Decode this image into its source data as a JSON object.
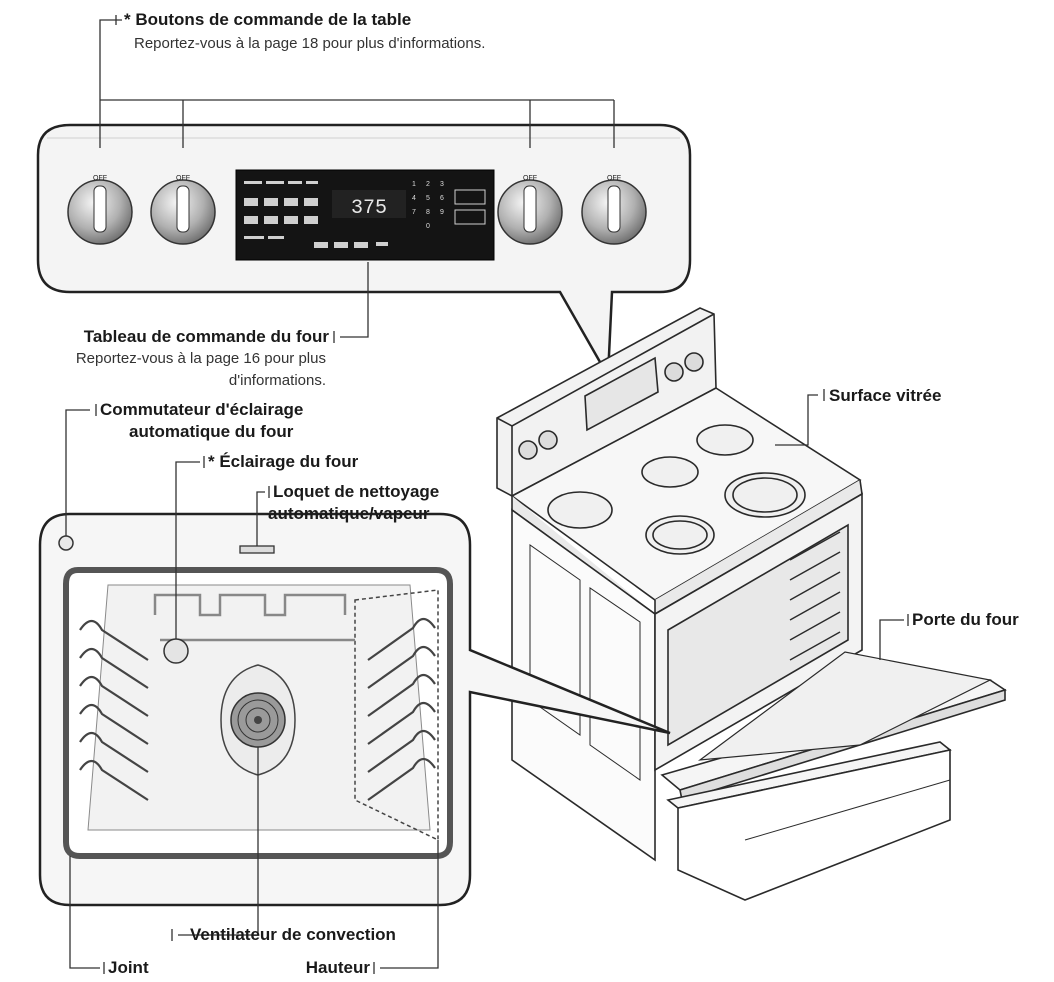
{
  "callouts": {
    "cooktop_knobs": {
      "label": "* Boutons de commande de la table",
      "note": "Reportez-vous à la page 18 pour plus d'informations."
    },
    "oven_panel": {
      "label": "Tableau de commande du four",
      "note_line1": "Reportez-vous à la page 16 pour plus",
      "note_line2": "d'informations."
    },
    "glass_surface": {
      "label": "Surface vitrée"
    },
    "light_switch": {
      "line1": "Commutateur d'éclairage",
      "line2": "automatique du four"
    },
    "oven_light": {
      "label": "* Éclairage du four"
    },
    "latch": {
      "line1": "Loquet de nettoyage",
      "line2": "automatique/vapeur"
    },
    "oven_door": {
      "label": "Porte du four"
    },
    "convection_fan": {
      "label": "Ventilateur de convection"
    },
    "gasket": {
      "label": "Joint"
    },
    "rack_height": {
      "label": "Hauteur"
    }
  },
  "panel": {
    "display": "375",
    "keypad": [
      "1",
      "2",
      "3",
      "4",
      "5",
      "6",
      "7",
      "8",
      "9",
      "0"
    ],
    "knob_off": "OFF"
  }
}
